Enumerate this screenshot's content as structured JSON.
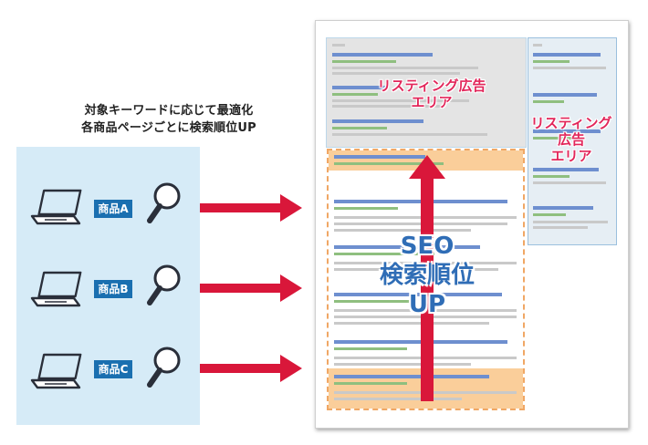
{
  "caption": {
    "line1": "対象キーワードに応じて最適化",
    "line2": "各商品ページごとに検索順位UP"
  },
  "products": [
    {
      "label": "商品A"
    },
    {
      "label": "商品B"
    },
    {
      "label": "商品C"
    }
  ],
  "serp": {
    "listing_ad_top": {
      "line1": "リスティング広告",
      "line2": "エリア"
    },
    "listing_ad_side": {
      "line1": "リスティング",
      "line2": "広告",
      "line3": "エリア"
    },
    "seo": {
      "line1": "SEO",
      "line2": "検索順位",
      "line3": "UP"
    }
  },
  "colors": {
    "panel_bg": "#d6ebf7",
    "chip_bg": "#1a6fb0",
    "arrow_red": "#d9173a",
    "ad_label": "#e2265a",
    "seo_text": "#2f6db6",
    "highlight": "#f9c98f"
  }
}
